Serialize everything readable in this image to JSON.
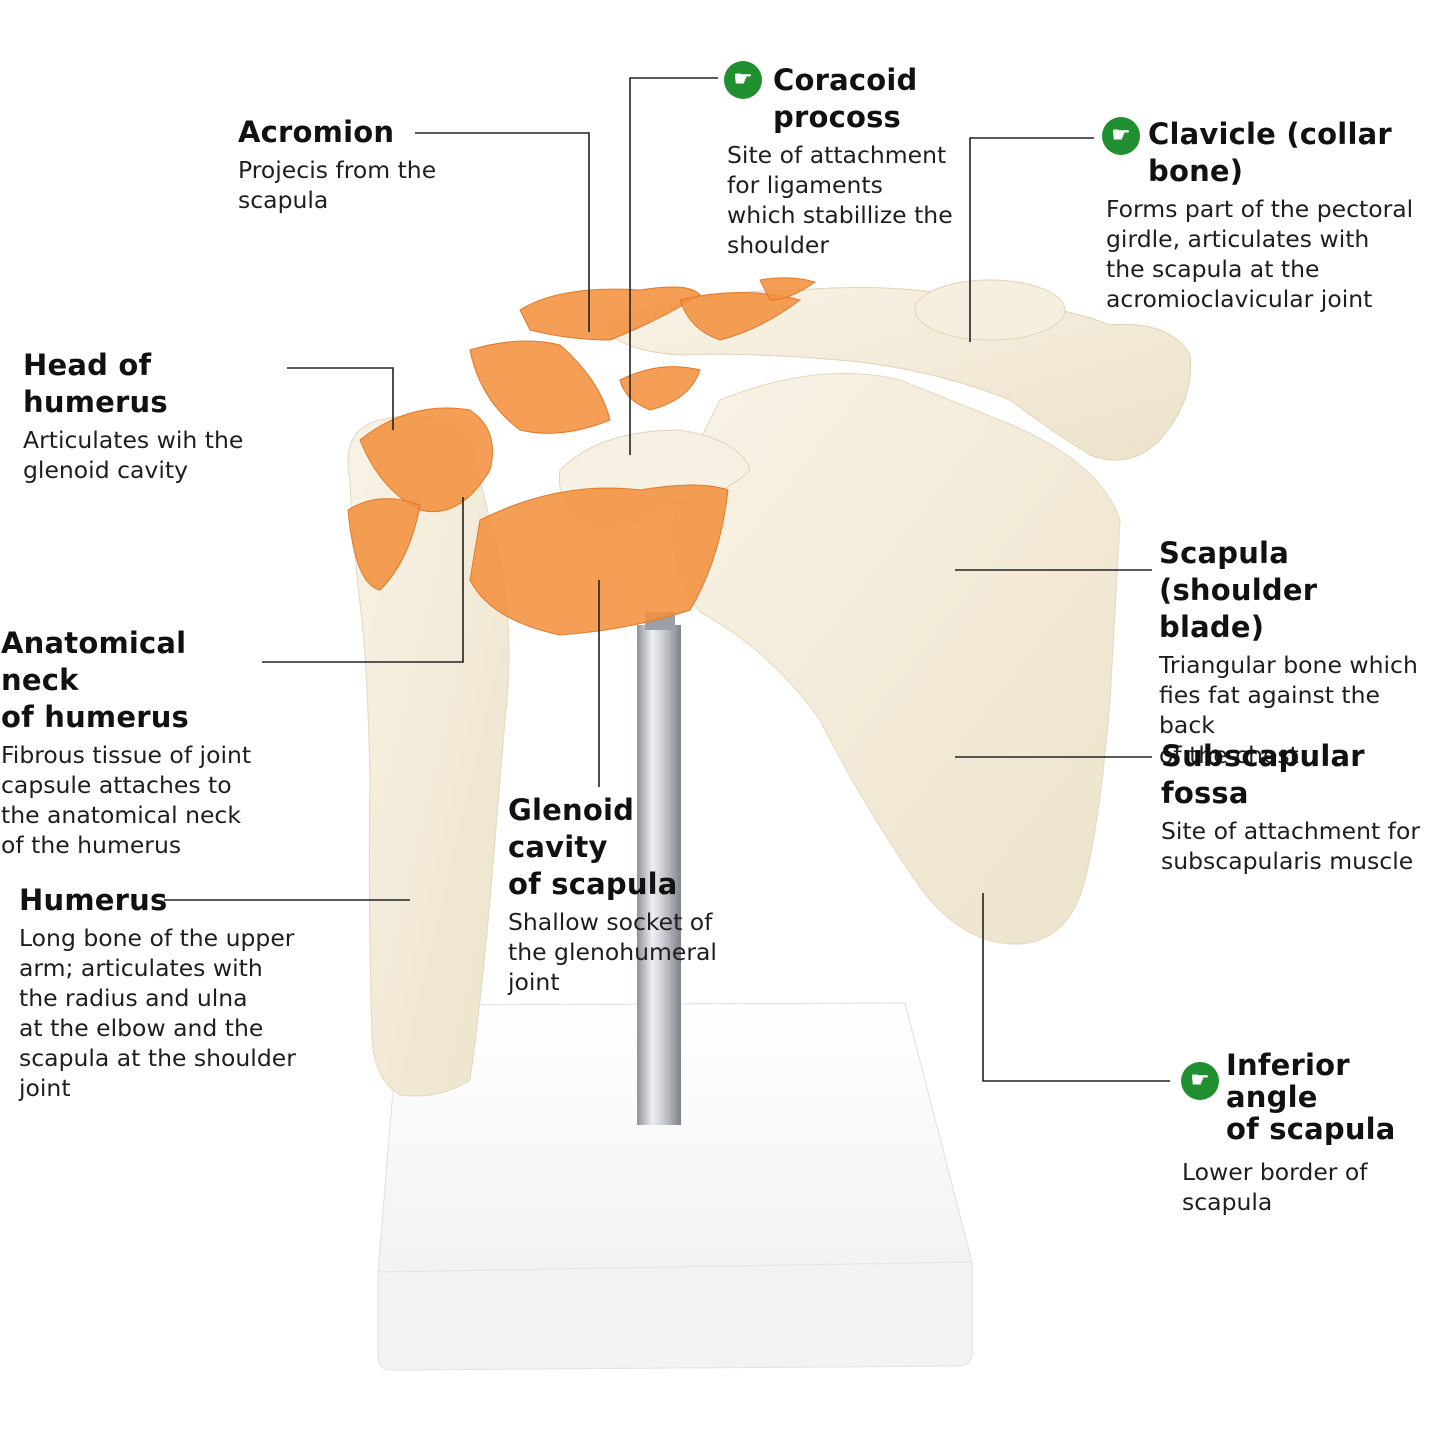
{
  "labels": {
    "acromion": {
      "title": "Acromion",
      "desc": "Projecis from the\nscapula"
    },
    "coracoid": {
      "title": "Coracoid procoss",
      "desc": "Site of attachment\nfor ligaments\nwhich stabillize the\nshoulder"
    },
    "clavicle": {
      "title": "Clavicle (collar\nbone)",
      "desc": "Forms part of the pectoral\ngirdle, articulates with\nthe scapula at the\nacromioclavicular joint"
    },
    "head_humerus": {
      "title": "Head of humerus",
      "desc": "Articulates wih the\nglenoid cavity"
    },
    "scapula": {
      "title": "Scapula (shoulder\nblade)",
      "desc": "Triangular bone which\nfies fat against the back\nof the chest"
    },
    "anatomical_neck": {
      "title": "Anatomical neck\nof humerus",
      "desc": "Fibrous tissue of joint\ncapsule attaches to\nthe anatomical neck\nof the humerus"
    },
    "subscapular": {
      "title": "Subscapular fossa",
      "desc": "Site of attachment for\nsubscapularis muscle"
    },
    "glenoid": {
      "title": "Glenoid cavity\nof scapula",
      "desc": "Shallow socket of\nthe glenohumeral\njoint"
    },
    "humerus": {
      "title": "Humerus",
      "desc": "Long bone of the upper\narm; articulates with\nthe radius and ulna\nat the elbow and the\nscapula at the shoulder\njoint"
    },
    "inferior_angle": {
      "title": "Inferior angle\nof scapula",
      "desc": "Lower border of\nscapula"
    }
  },
  "icons": {
    "pointer": "pointing-hand-icon",
    "pointer_glyph": "☛"
  },
  "colors": {
    "bone": "#f3ecd9",
    "ligament": "#f08a3c",
    "stand": "#fafafa",
    "rod": "#b8bcc2",
    "icon": "#1f8f2f"
  }
}
